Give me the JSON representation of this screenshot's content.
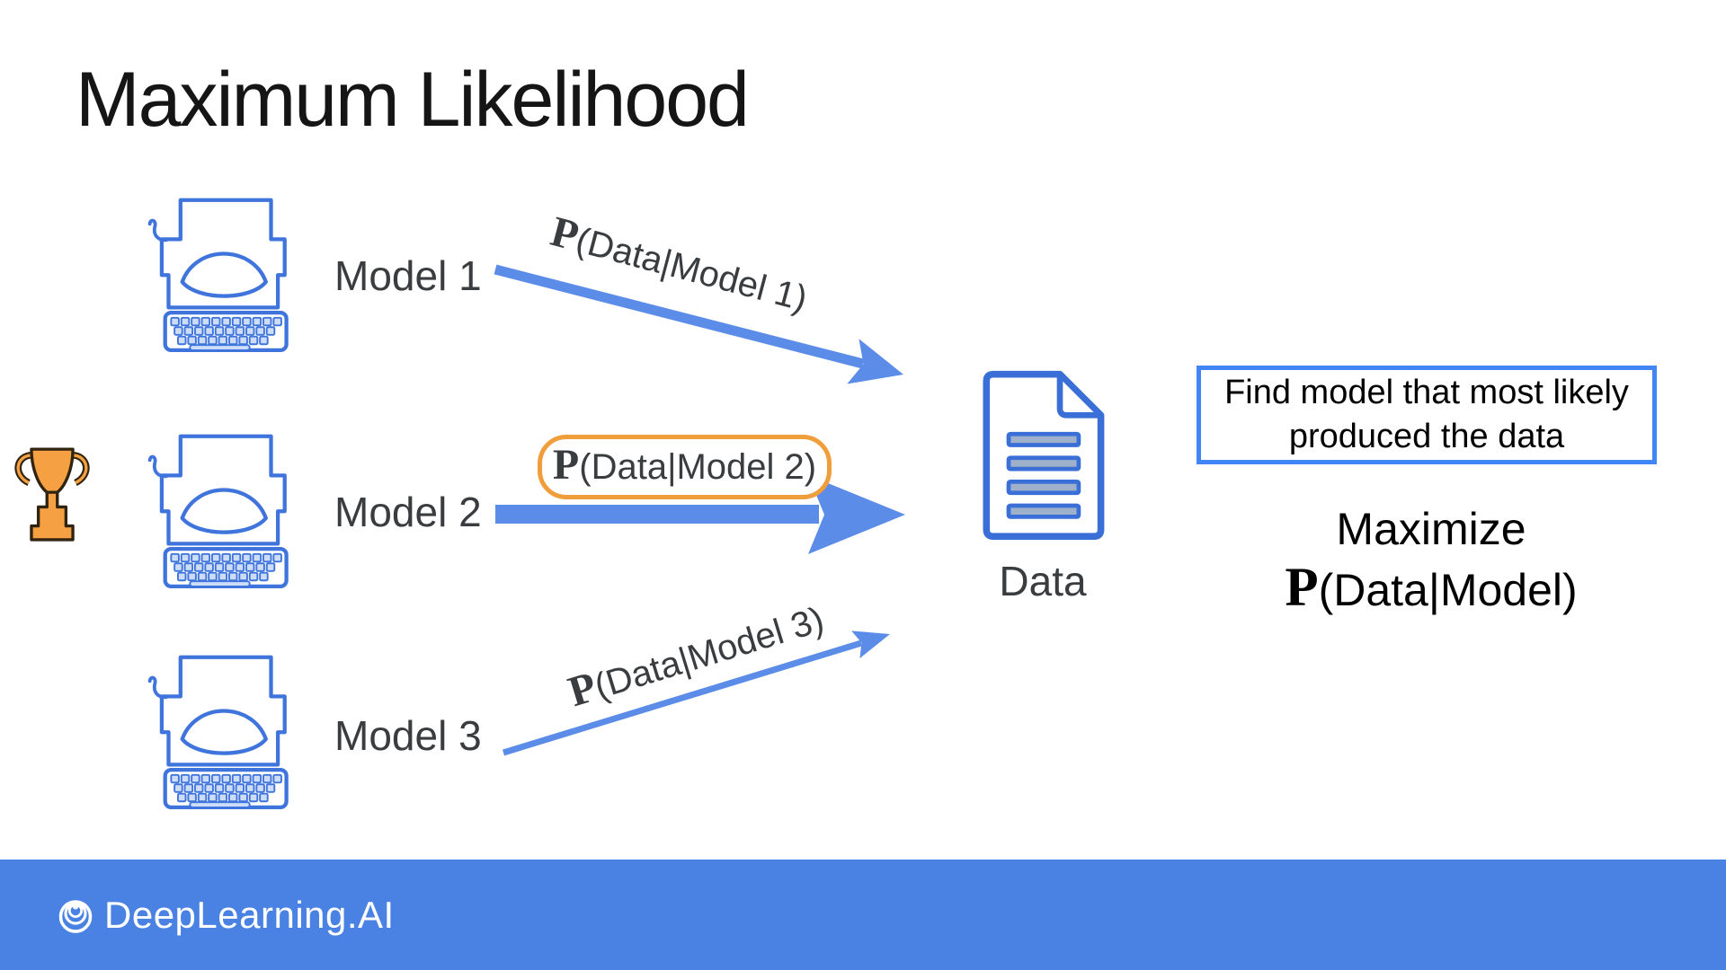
{
  "slide": {
    "title": "Maximum Likelihood",
    "models": [
      {
        "label": "Model 1",
        "prob_p": "P",
        "prob_rest": "(Data|Model 1)"
      },
      {
        "label": "Model 2",
        "prob_p": "P",
        "prob_rest": "(Data|Model 2)",
        "winner": true
      },
      {
        "label": "Model 3",
        "prob_p": "P",
        "prob_rest": "(Data|Model 3)"
      }
    ],
    "data_label": "Data",
    "callout": {
      "line1": "Find model that most likely",
      "line2": "produced the data"
    },
    "objective": {
      "title": "Maximize",
      "prob_p": "P",
      "prob_rest": "(Data|Model)"
    },
    "footer": {
      "brand": "DeepLearning.AI"
    },
    "colors": {
      "arrow_blue": "#5b8ce8",
      "icon_blue": "#3e74db",
      "pill_orange": "#f09d3c",
      "callout_border": "#4285f4",
      "trophy_orange": "#f5a143",
      "footer_blue": "#4a82e4"
    }
  }
}
